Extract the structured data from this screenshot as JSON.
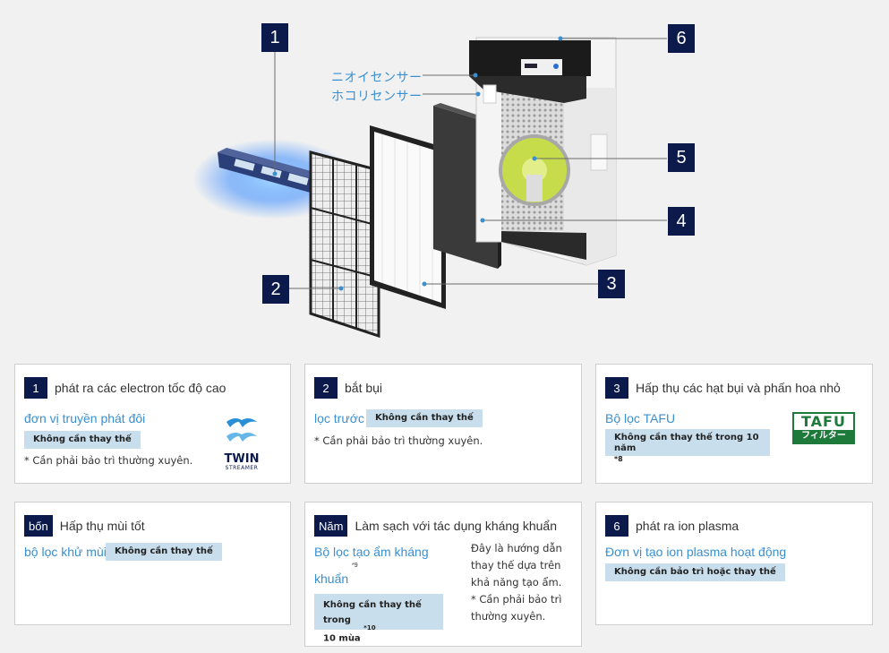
{
  "callouts": [
    "1",
    "2",
    "3",
    "4",
    "5",
    "6"
  ],
  "sensors": {
    "odor": "ニオイセンサー",
    "dust": "ホコリセンサー"
  },
  "cards": [
    {
      "badge": "1",
      "title": "phát ra các electron tốc độ cao",
      "component": "đơn vị truyền phát đôi",
      "tag": "Không cần thay thế",
      "note": "* Cần phải bảo trì thường xuyên.",
      "logo": {
        "icon": "twin-streamer-logo",
        "line1": "TWIN",
        "line2": "STREAMER",
        "color": "#2a8fd6"
      }
    },
    {
      "badge": "2",
      "title": "bắt bụi",
      "component": "lọc trước",
      "tag": "Không cần thay thế",
      "note": "* Cần phải bảo trì thường xuyên."
    },
    {
      "badge": "3",
      "title": "Hấp thụ các hạt bụi và phấn hoa nhỏ",
      "component": "Bộ lọc TAFU",
      "tag": "Không cần thay thế trong 10 năm",
      "tag_sup": "*8",
      "logo": {
        "icon": "tafu-filter-logo",
        "line1": "TAFU",
        "line2": "フィルター",
        "color": "#1e7a3a"
      }
    },
    {
      "badge": "bốn",
      "title": "Hấp thụ mùi tốt",
      "component": "bộ lọc khử mùi",
      "tag": "Không cần thay thế"
    },
    {
      "badge": "Năm",
      "title": "Làm sạch với tác dụng kháng khuẩn",
      "component_line1": "Bộ lọc tạo ẩm kháng",
      "component_line2": "khuẩn",
      "component_sup": "*9",
      "tag_line1": "Không cần thay thế trong",
      "tag_line2": "10 mùa",
      "tag_sup": "*10",
      "side_note": [
        "Đây là hướng dẫn",
        "thay thế dựa trên",
        "khả năng tạo ẩm.",
        "* Cần phải bảo trì",
        "thường xuyên."
      ]
    },
    {
      "badge": "6",
      "title": "phát ra ion plasma",
      "component": "Đơn vị tạo ion plasma hoạt động",
      "tag": "Không cần bảo trì hoặc thay thế"
    }
  ]
}
